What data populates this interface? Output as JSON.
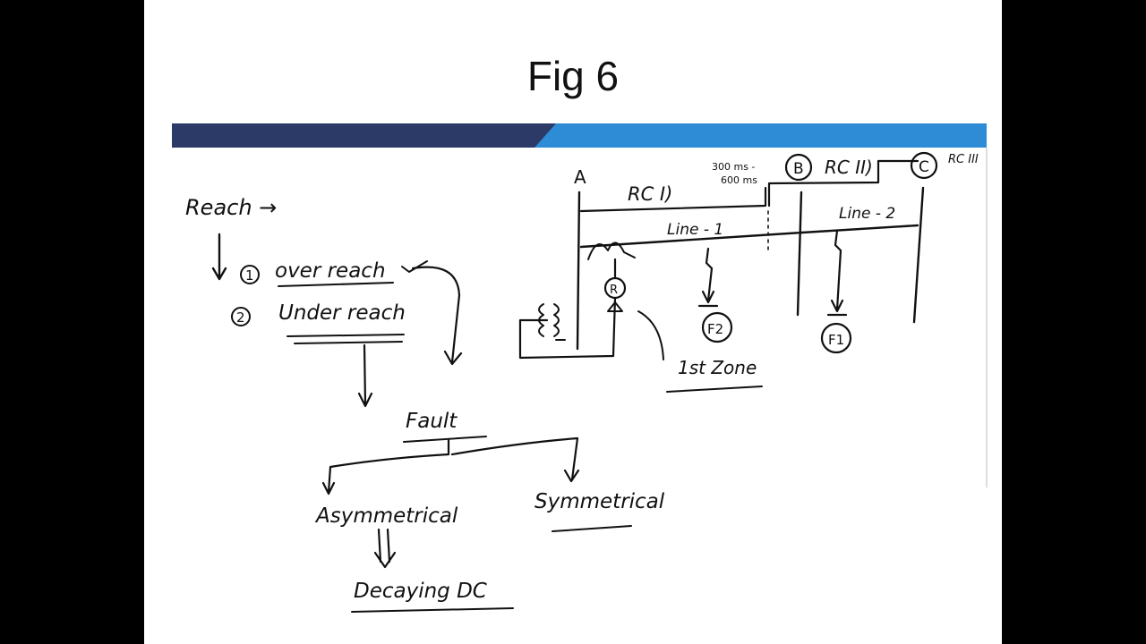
{
  "slide": {
    "title": "Fig 6",
    "colors": {
      "background": "#ffffff",
      "outer": "#000000",
      "banner_dark": "#2b3a67",
      "banner_light": "#2e8bd6",
      "ink": "#111111"
    }
  },
  "notes": {
    "reach": "Reach →",
    "num1": "1",
    "overreach": "over reach",
    "num2": "2",
    "underreach": "Under reach",
    "fault": "Fault",
    "asymmetrical": "Asymmetrical",
    "symmetrical": "Symmetrical",
    "decaying_dc": "Decaying DC"
  },
  "circuit": {
    "bus_a": "A",
    "bus_b": "B",
    "bus_c": "C",
    "rc1": "RC I)",
    "rc2": "RC II)",
    "rc3": "RC III",
    "time_1": "300 ms -",
    "time_2": "600 ms",
    "line1": "Line - 1",
    "line2": "Line - 2",
    "relay": "R",
    "fault_f1": "F1",
    "fault_f2": "F2",
    "zone1": "1st Zone"
  }
}
